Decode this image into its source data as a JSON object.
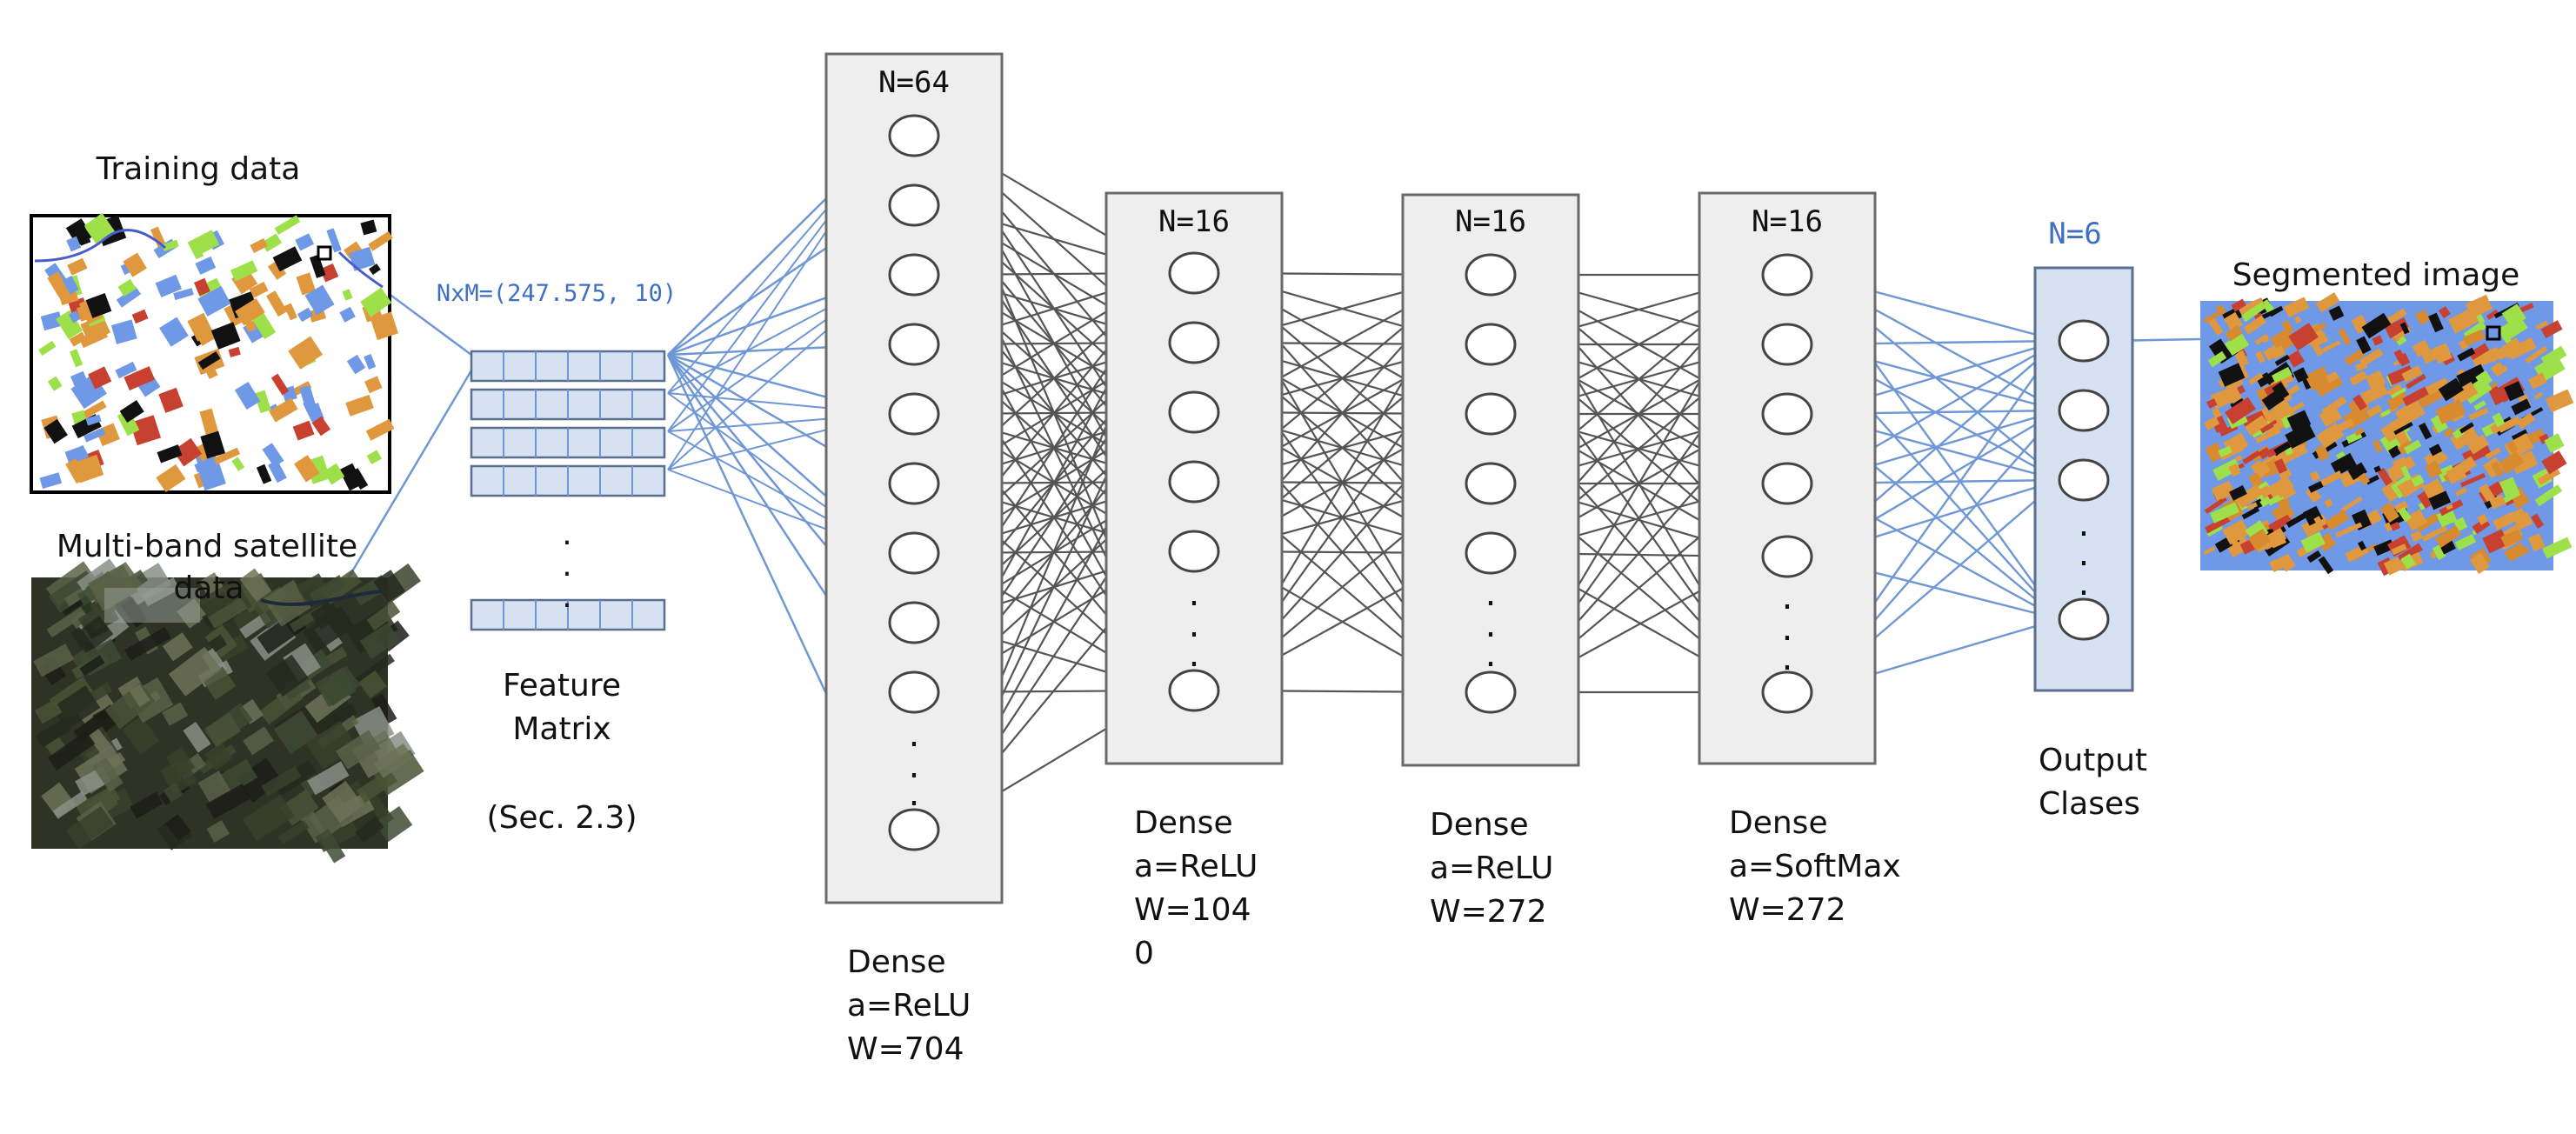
{
  "inputs": {
    "training_label": "Training data",
    "satellite_label_line1": "Multi-band satellite",
    "satellite_label_line2": "data"
  },
  "feature_matrix": {
    "shape_label": "NxM=(247.575, 10)",
    "label_line1": "Feature",
    "label_line2": "Matrix",
    "section_ref": "(Sec. 2.3)",
    "ellipsis": "."
  },
  "layers": [
    {
      "n_label": "N=64",
      "type": "Dense",
      "activation": "a=ReLU",
      "weights_line1": "W=704",
      "weights_line2": ""
    },
    {
      "n_label": "N=16",
      "type": "Dense",
      "activation": "a=ReLU",
      "weights_line1": "W=104",
      "weights_line2": "0"
    },
    {
      "n_label": "N=16",
      "type": "Dense",
      "activation": "a=ReLU",
      "weights_line1": "W=272",
      "weights_line2": ""
    },
    {
      "n_label": "N=16",
      "type": "Dense",
      "activation": "a=SoftMax",
      "weights_line1": "W=272",
      "weights_line2": ""
    }
  ],
  "output": {
    "n_label": "N=6",
    "label_line1": "Output",
    "label_line2": "Clases"
  },
  "result": {
    "label": "Segmented image"
  },
  "ellipsis_char": ".",
  "colors": {
    "box_fill": "#eeeeee",
    "box_stroke": "#6a6a6a",
    "blue_fill": "#d6e2f1",
    "blue_stroke": "#5a6f8f",
    "blue_line": "#6f97d6",
    "gray_line": "#555555",
    "blue_text": "#3f6fc4",
    "field_blue": "#6f98e6",
    "field_orange": "#e0983e",
    "field_green": "#9ee04a",
    "field_red": "#c84030"
  }
}
